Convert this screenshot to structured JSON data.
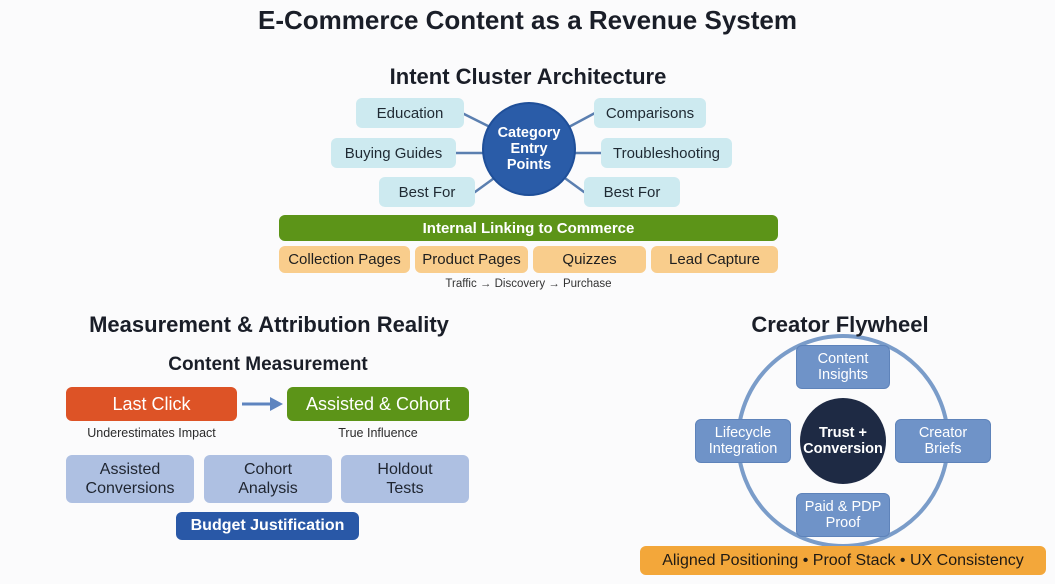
{
  "title": "E-Commerce Content as a Revenue System",
  "intent_cluster": {
    "heading": "Intent Cluster Architecture",
    "hub": {
      "lines": [
        "Category",
        "Entry",
        "Points"
      ]
    },
    "left_nodes": [
      "Education",
      "Buying Guides",
      "Best For"
    ],
    "right_nodes": [
      "Comparisons",
      "Troubleshooting",
      "Best For"
    ],
    "linking_bar": "Internal Linking to Commerce",
    "commerce_pages": [
      "Collection Pages",
      "Product Pages",
      "Quizzes",
      "Lead Capture"
    ],
    "flow_caption": "Traffic → Discovery → Purchase"
  },
  "measurement": {
    "heading": "Measurement & Attribution Reality",
    "subheading": "Content Measurement",
    "from": {
      "label": "Last Click",
      "caption": "Underestimates Impact"
    },
    "to": {
      "label": "Assisted & Cohort",
      "caption": "True Influence"
    },
    "methods": [
      {
        "line1": "Assisted",
        "line2": "Conversions"
      },
      {
        "line1": "Cohort",
        "line2": "Analysis"
      },
      {
        "line1": "Holdout",
        "line2": "Tests"
      }
    ],
    "outcome": "Budget Justification"
  },
  "flywheel": {
    "heading": "Creator Flywheel",
    "core": {
      "line1": "Trust +",
      "line2": "Conversion"
    },
    "nodes": {
      "top": {
        "line1": "Content",
        "line2": "Insights"
      },
      "right": {
        "line1": "Creator",
        "line2": "Briefs"
      },
      "bottom": {
        "line1": "Paid & PDP",
        "line2": "Proof"
      },
      "left": {
        "line1": "Lifecycle",
        "line2": "Integration"
      }
    },
    "footer": "Aligned Positioning • Proof Stack • UX Consistency"
  },
  "colors": {
    "hub_blue": "#2a5ca8",
    "pill_cyan": "#cdeaf0",
    "green": "#5c9418",
    "peach": "#f9cd8c",
    "orange": "#dd5326",
    "lavender": "#aec0e2",
    "navy": "#2958a7",
    "flywheel_blue": "#6f93c8",
    "core_dark": "#1e2a44",
    "amber": "#f3a73a"
  }
}
